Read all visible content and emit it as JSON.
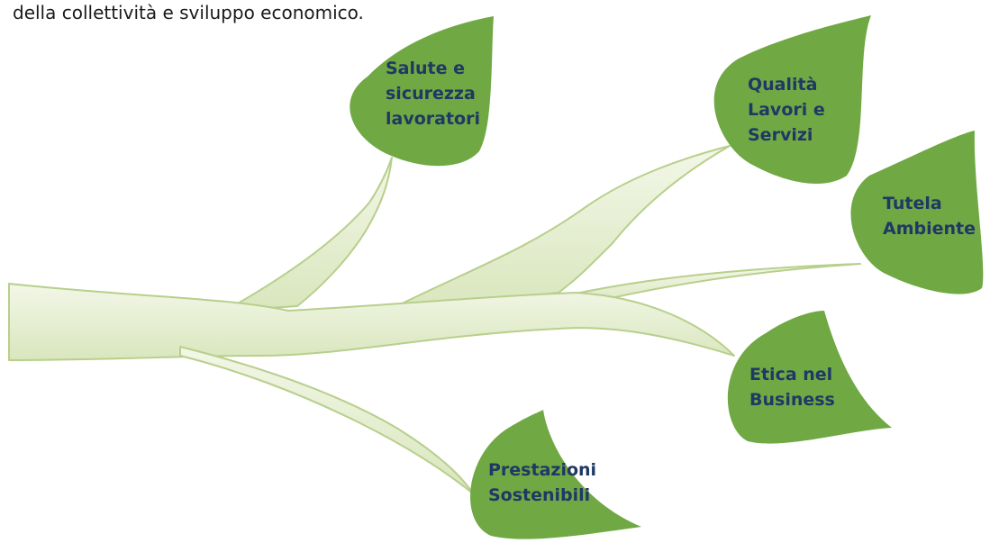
{
  "intro_text": "della collettività e sviluppo economico.",
  "colors": {
    "branch_fill": "#e6efd0",
    "branch_stroke": "#b8cf8c",
    "leaf_fill": "#70a844",
    "leaf_text": "#1f3864"
  },
  "leaves": [
    {
      "label": "Salute e\nsicurezza\nlavoratori"
    },
    {
      "label": "Qualità\nLavori e\nServizi"
    },
    {
      "label": "Tutela\nAmbiente"
    },
    {
      "label": "Etica nel\nBusiness"
    },
    {
      "label": "Prestazioni\nSostenibili"
    }
  ]
}
